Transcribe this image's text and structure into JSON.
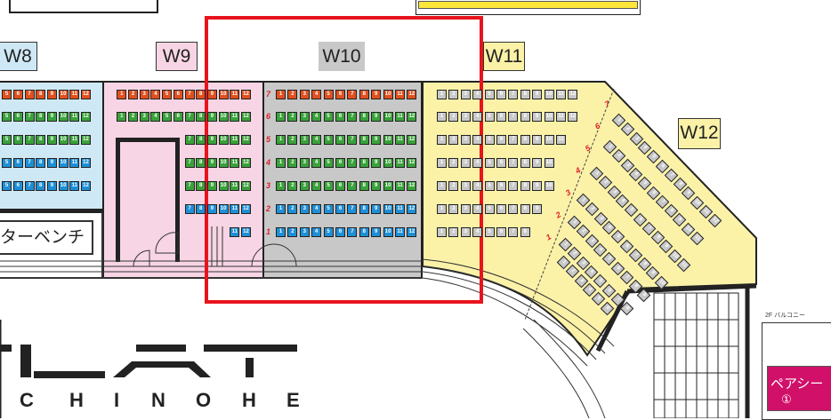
{
  "blocks": {
    "w8": "W8",
    "w9": "W9",
    "w10": "W10",
    "w11": "W11",
    "w12": "W12"
  },
  "bench_label": "ターベンチ",
  "balcony_label": "2F バルコニー",
  "pair_seat": {
    "label": "ペアシー",
    "number": "①"
  },
  "logo_letters": [
    "C",
    "H",
    "I",
    "N",
    "O",
    "H",
    "E"
  ],
  "colors": {
    "red": "#e0501e",
    "green": "#3aa23a",
    "blue": "#1e8fd6",
    "gray": "#c8c8c8",
    "w8_bg": "#cfe8f6",
    "w9_bg": "#f7d5e4",
    "w10_bg": "#c8c8c8",
    "w11_bg": "#fbf2a8",
    "highlight": "#e8141c",
    "pair": "#d1106a"
  },
  "sections": {
    "w8": [
      {
        "row": "7",
        "from": 5,
        "to": 12,
        "color": "red"
      },
      {
        "row": "6",
        "from": 5,
        "to": 12,
        "color": "green"
      },
      {
        "row": "5",
        "from": 5,
        "to": 12,
        "color": "green"
      },
      {
        "row": "4",
        "from": 5,
        "to": 12,
        "color": "blue"
      },
      {
        "row": "3",
        "from": 5,
        "to": 12,
        "color": "blue"
      }
    ],
    "w9": [
      {
        "row": "7",
        "from": 1,
        "to": 12,
        "color": "red"
      },
      {
        "row": "6",
        "from": 1,
        "to": 12,
        "color": "green"
      },
      {
        "row": "5",
        "from": 7,
        "to": 12,
        "color": "green"
      },
      {
        "row": "4",
        "from": 7,
        "to": 12,
        "color": "green"
      },
      {
        "row": "3",
        "from": 7,
        "to": 12,
        "color": "green"
      },
      {
        "row": "2",
        "from": 7,
        "to": 12,
        "color": "blue"
      },
      {
        "row": "1",
        "from": 11,
        "to": 12,
        "color": "blue"
      }
    ],
    "w10": [
      {
        "row": "7",
        "from": 1,
        "to": 12,
        "color": "red"
      },
      {
        "row": "6",
        "from": 1,
        "to": 12,
        "color": "green"
      },
      {
        "row": "5",
        "from": 1,
        "to": 12,
        "color": "green"
      },
      {
        "row": "4",
        "from": 1,
        "to": 12,
        "color": "green"
      },
      {
        "row": "3",
        "from": 1,
        "to": 12,
        "color": "green"
      },
      {
        "row": "2",
        "from": 1,
        "to": 12,
        "color": "blue"
      },
      {
        "row": "1",
        "from": 1,
        "to": 12,
        "color": "blue"
      }
    ],
    "w11": [
      {
        "row": "7",
        "from": 1,
        "to": 12,
        "color": "gray"
      },
      {
        "row": "6",
        "from": 1,
        "to": 12,
        "color": "gray"
      },
      {
        "row": "5",
        "from": 1,
        "to": 11,
        "color": "gray"
      },
      {
        "row": "4",
        "from": 1,
        "to": 10,
        "color": "gray"
      },
      {
        "row": "3",
        "from": 1,
        "to": 10,
        "color": "gray"
      },
      {
        "row": "2",
        "from": 1,
        "to": 9,
        "color": "gray"
      },
      {
        "row": "1",
        "from": 1,
        "to": 8,
        "color": "gray"
      }
    ],
    "w12_rows": [
      "7",
      "6",
      "5",
      "4",
      "3",
      "2",
      "1"
    ]
  }
}
